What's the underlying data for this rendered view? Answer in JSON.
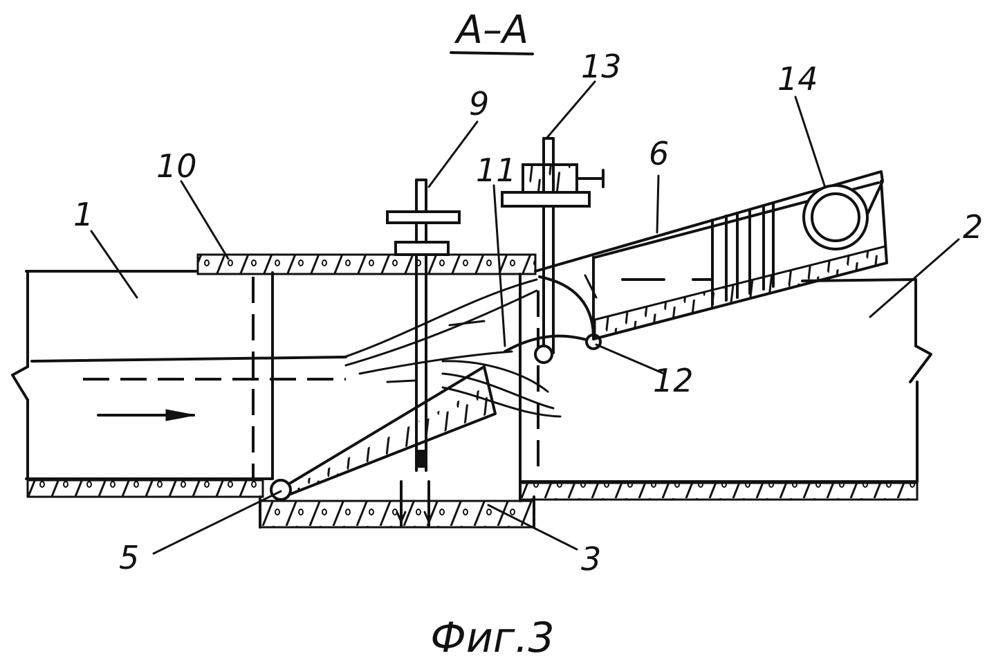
{
  "section_title": "A–A",
  "caption": "Фиг.3",
  "labels": {
    "n1": "1",
    "n2": "2",
    "n3": "3",
    "n5": "5",
    "n6": "6",
    "n9": "9",
    "n10": "10",
    "n11": "11",
    "n12": "12",
    "n13": "13",
    "n14": "14"
  }
}
